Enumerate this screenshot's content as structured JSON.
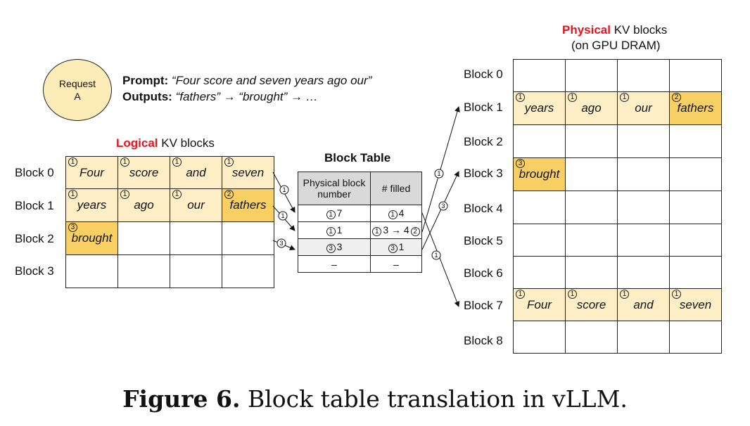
{
  "request": {
    "line1": "Request",
    "line2": "A"
  },
  "prompt": {
    "prompt_label": "Prompt:",
    "prompt_text": "“Four score and seven years ago our”",
    "outputs_label": "Outputs:",
    "outputs_text": "“fathers” → “brought” → …"
  },
  "logical": {
    "title_red": "Logical",
    "title_rest": " KV blocks",
    "row_labels": [
      "Block 0",
      "Block 1",
      "Block 2",
      "Block 3"
    ],
    "rows": [
      [
        {
          "n": "1",
          "t": "Four",
          "c": "light"
        },
        {
          "n": "1",
          "t": "score",
          "c": "light"
        },
        {
          "n": "1",
          "t": "and",
          "c": "light"
        },
        {
          "n": "1",
          "t": "seven",
          "c": "light"
        }
      ],
      [
        {
          "n": "1",
          "t": "years",
          "c": "light"
        },
        {
          "n": "1",
          "t": "ago",
          "c": "light"
        },
        {
          "n": "1",
          "t": "our",
          "c": "light"
        },
        {
          "n": "2",
          "t": "fathers",
          "c": "dark"
        }
      ],
      [
        {
          "n": "3",
          "t": "brought",
          "c": "dark"
        },
        {},
        {},
        {}
      ],
      [
        {},
        {},
        {},
        {}
      ]
    ]
  },
  "block_table": {
    "title": "Block Table",
    "headers": [
      "Physical block number",
      "# filled"
    ],
    "rows": [
      {
        "phys_num": "1",
        "phys": "7",
        "filled_num": "1",
        "filled": "4"
      },
      {
        "phys_num": "1",
        "phys": "1",
        "filled_num": "1",
        "filled": "3 → 4",
        "filled_num2": "2"
      },
      {
        "phys_num": "3",
        "phys": "3",
        "filled_num": "3",
        "filled": "1"
      },
      {
        "phys": "–",
        "filled": "–"
      }
    ]
  },
  "physical": {
    "title_red": "Physical",
    "title_rest": " KV blocks",
    "subtitle": "(on GPU DRAM)",
    "row_labels": [
      "Block 0",
      "Block 1",
      "Block 2",
      "Block 3",
      "Block 4",
      "Block 5",
      "Block 6",
      "Block 7",
      "Block 8"
    ],
    "rows": [
      [
        {},
        {},
        {},
        {}
      ],
      [
        {
          "n": "1",
          "t": "years",
          "c": "light"
        },
        {
          "n": "1",
          "t": "ago",
          "c": "light"
        },
        {
          "n": "1",
          "t": "our",
          "c": "light"
        },
        {
          "n": "2",
          "t": "fathers",
          "c": "dark"
        }
      ],
      [
        {},
        {},
        {},
        {}
      ],
      [
        {
          "n": "3",
          "t": "brought",
          "c": "dark"
        },
        {},
        {},
        {}
      ],
      [
        {},
        {},
        {},
        {}
      ],
      [
        {},
        {},
        {},
        {}
      ],
      [
        {},
        {},
        {},
        {}
      ],
      [
        {
          "n": "1",
          "t": "Four",
          "c": "light"
        },
        {
          "n": "1",
          "t": "score",
          "c": "light"
        },
        {
          "n": "1",
          "t": "and",
          "c": "light"
        },
        {
          "n": "1",
          "t": "seven",
          "c": "light"
        }
      ],
      [
        {},
        {},
        {},
        {}
      ]
    ]
  },
  "arrow_labels": [
    "1",
    "1",
    "3",
    "1",
    "3",
    "1"
  ],
  "caption": {
    "bold": "Figure 6.",
    "rest": " Block table translation in vLLM."
  },
  "colors": {
    "light": "#fdeec5",
    "dark": "#f8cf62",
    "request": "#fdebb8",
    "accent": "#e8141c"
  }
}
